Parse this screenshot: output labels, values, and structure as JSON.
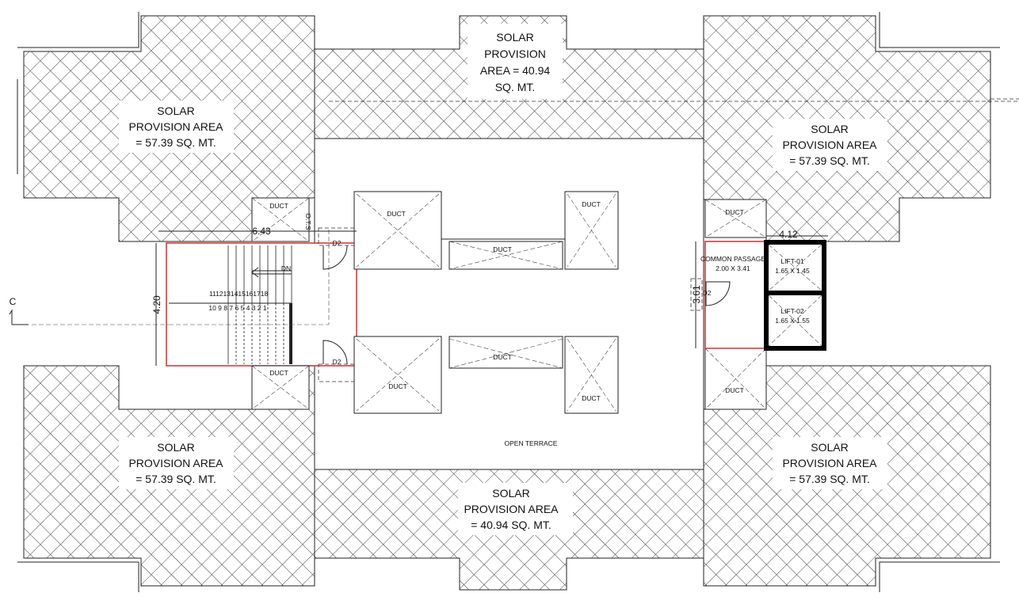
{
  "solar_areas": {
    "top_left": [
      "SOLAR",
      "PROVISION AREA",
      "= 57.39 SQ. MT."
    ],
    "top_center": [
      "SOLAR",
      "PROVISION",
      "AREA = 40.94",
      "SQ. MT."
    ],
    "top_right": [
      "SOLAR",
      "PROVISION AREA",
      "= 57.39 SQ. MT."
    ],
    "bottom_left": [
      "SOLAR",
      "PROVISION AREA",
      "= 57.39 SQ. MT."
    ],
    "bottom_center": [
      "SOLAR",
      "PROVISION AREA",
      "= 40.94 SQ. MT."
    ],
    "bottom_right": [
      "SOLAR",
      "PROVISION AREA",
      "= 57.39 SQ. MT."
    ]
  },
  "labels": {
    "duct": "DUCT",
    "ots": "O.T.S",
    "door": "D2",
    "dn": "DN",
    "open_terrace": "OPEN TERRACE",
    "common_passage": "COMMON PASSAGE",
    "common_passage_size": "2.00 X 3.41",
    "lift1": "LIFT-01",
    "lift1_size": "1.65 X 1.45",
    "lift2": "LIFT-02",
    "lift2_size": "1.65 X 1.55",
    "section_mark": "C"
  },
  "dimensions": {
    "stair_width": "6.43",
    "stair_height": "4.20",
    "lift_width": "4.12",
    "passage_height": "3.61"
  },
  "stair_numbers_top": [
    "11",
    "12",
    "13",
    "14",
    "15",
    "16",
    "17",
    "18"
  ],
  "stair_numbers_bottom": [
    "10",
    "9",
    "8",
    "7",
    "6",
    "5",
    "4",
    "3",
    "2",
    "1"
  ],
  "colors": {
    "outline": "#222222",
    "red_boundary": "#d03030",
    "lift_wall": "#000000"
  }
}
